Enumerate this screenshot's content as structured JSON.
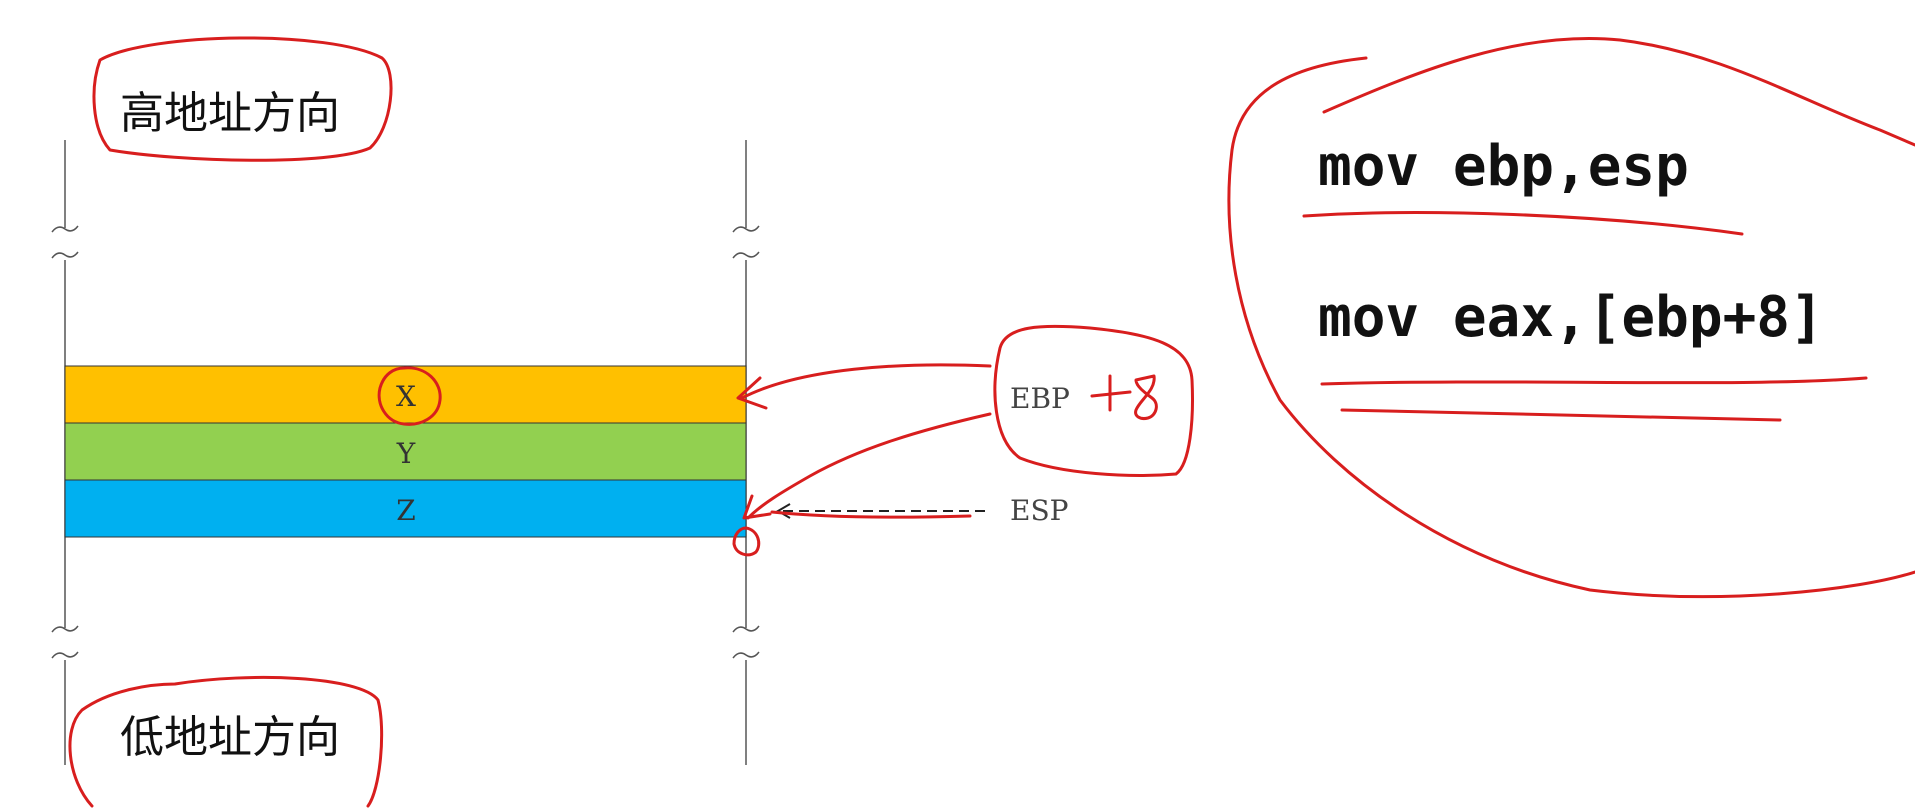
{
  "labels": {
    "high_address": "高地址方向",
    "low_address": "低地址方向"
  },
  "stack": {
    "cells": [
      {
        "label": "X",
        "color": "#ffc000"
      },
      {
        "label": "Y",
        "color": "#92d050"
      },
      {
        "label": "Z",
        "color": "#00b0f0"
      }
    ],
    "break_symbol": "≈"
  },
  "registers": {
    "ebp": "EBP",
    "ebp_annotation": "+8",
    "esp": "ESP"
  },
  "code": {
    "line1": "mov ebp,esp",
    "line2": "mov eax,[ebp+8]"
  },
  "colors": {
    "annotation": "#d81e1e",
    "line": "#555555"
  }
}
